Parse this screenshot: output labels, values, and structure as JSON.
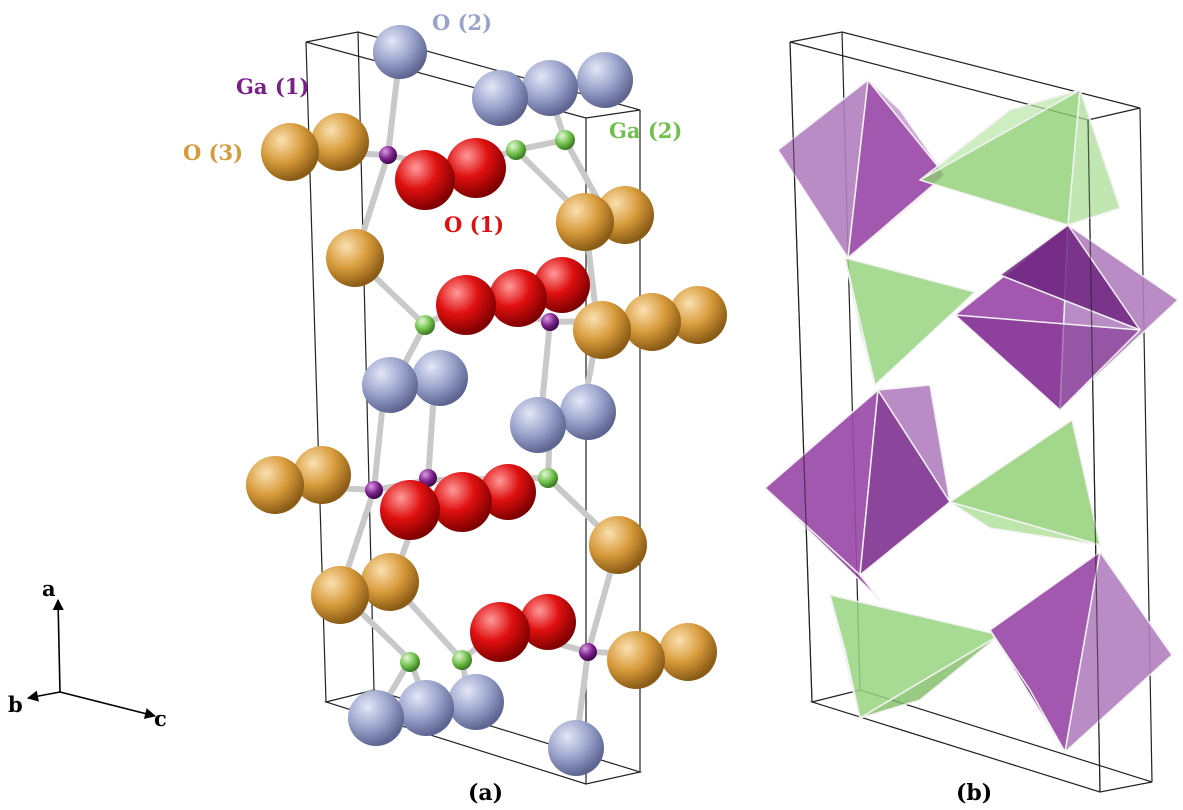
{
  "labels": {
    "ga1": "Ga (1)",
    "ga2": "Ga (2)",
    "o1": "O (1)",
    "o2": "O (2)",
    "o3": "O (3)"
  },
  "axes": {
    "a": "a",
    "b": "b",
    "c": "c"
  },
  "captions": {
    "left": "(a)",
    "right": "(b)"
  },
  "colors": {
    "ga1": "#7a1f8a",
    "ga2": "#6fbf4a",
    "o1": "#e01010",
    "o2": "#9aa3cc",
    "o3": "#d79a3a",
    "octahedron": "#9b4aa8",
    "tetrahedron": "#8fcf73"
  }
}
